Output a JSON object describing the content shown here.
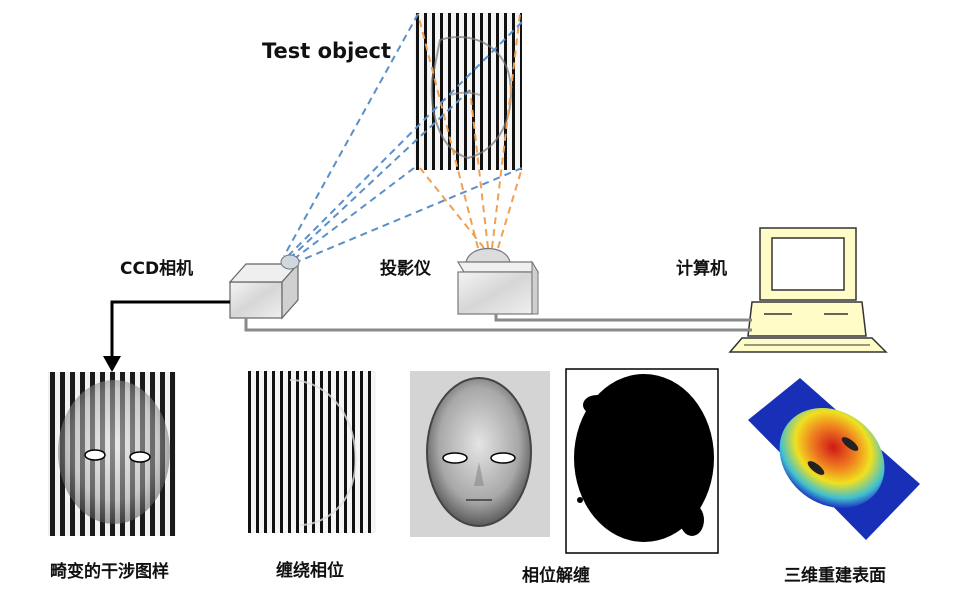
{
  "labels": {
    "test_object": "Test object",
    "ccd_camera": "CCD相机",
    "projector": "投影仪",
    "computer": "计算机",
    "distorted_fringes": "畸变的干涉图样",
    "wrapped_phase": "缠绕相位",
    "phase_unwrapping": "相位解缠",
    "reconstructed_surface": "三维重建表面"
  },
  "colors": {
    "projector_rays": "#f0a050",
    "camera_rays": "#5b8fc8",
    "cable": "#8a8a8a",
    "flow_arrow": "#000000",
    "computer_body": "#fffcc8"
  },
  "icons": {
    "camera": "ccd-camera-icon",
    "projector": "projector-icon",
    "computer": "computer-icon"
  }
}
